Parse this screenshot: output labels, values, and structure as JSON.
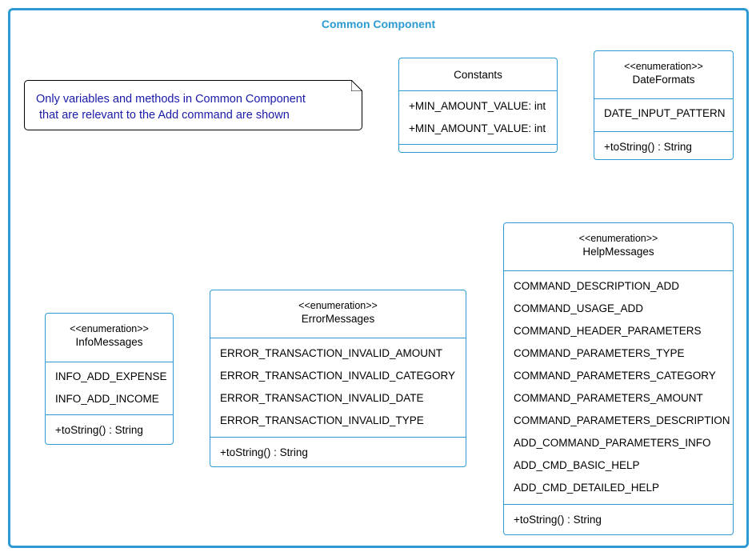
{
  "package": {
    "title": "Common Component"
  },
  "note": {
    "text": "Only variables and methods in Common Component\n that are relevant to the Add command are shown"
  },
  "classes": {
    "constants": {
      "name": "Constants",
      "attributes": [
        "+MIN_AMOUNT_VALUE: int",
        "+MIN_AMOUNT_VALUE: int"
      ]
    },
    "date_formats": {
      "stereotype": "<<enumeration>>",
      "name": "DateFormats",
      "attributes": [
        "DATE_INPUT_PATTERN"
      ],
      "methods": [
        "+toString() : String"
      ]
    },
    "info_messages": {
      "stereotype": "<<enumeration>>",
      "name": "InfoMessages",
      "attributes": [
        "INFO_ADD_EXPENSE",
        "INFO_ADD_INCOME"
      ],
      "methods": [
        "+toString() : String"
      ]
    },
    "error_messages": {
      "stereotype": "<<enumeration>>",
      "name": "ErrorMessages",
      "attributes": [
        "ERROR_TRANSACTION_INVALID_AMOUNT",
        "ERROR_TRANSACTION_INVALID_CATEGORY",
        "ERROR_TRANSACTION_INVALID_DATE",
        "ERROR_TRANSACTION_INVALID_TYPE"
      ],
      "methods": [
        "+toString() : String"
      ]
    },
    "help_messages": {
      "stereotype": "<<enumeration>>",
      "name": "HelpMessages",
      "attributes": [
        "COMMAND_DESCRIPTION_ADD",
        "COMMAND_USAGE_ADD",
        "COMMAND_HEADER_PARAMETERS",
        "COMMAND_PARAMETERS_TYPE",
        "COMMAND_PARAMETERS_CATEGORY",
        "COMMAND_PARAMETERS_AMOUNT",
        "COMMAND_PARAMETERS_DESCRIPTION",
        "ADD_COMMAND_PARAMETERS_INFO",
        "ADD_CMD_BASIC_HELP",
        "ADD_CMD_DETAILED_HELP"
      ],
      "methods": [
        "+toString() : String"
      ]
    }
  }
}
